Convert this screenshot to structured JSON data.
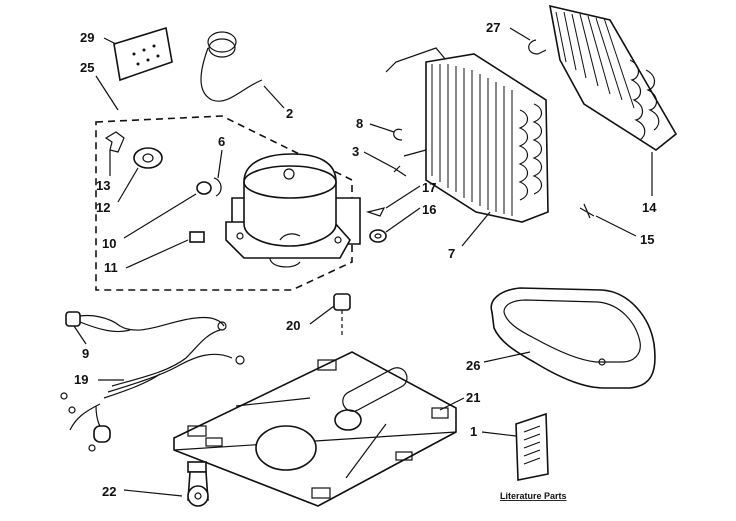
{
  "callouts": [
    {
      "id": "c29",
      "text": "29"
    },
    {
      "id": "c25",
      "text": "25"
    },
    {
      "id": "c2",
      "text": "2"
    },
    {
      "id": "c6",
      "text": "6"
    },
    {
      "id": "c13",
      "text": "13"
    },
    {
      "id": "c12",
      "text": "12"
    },
    {
      "id": "c10",
      "text": "10"
    },
    {
      "id": "c11",
      "text": "11"
    },
    {
      "id": "c8",
      "text": "8"
    },
    {
      "id": "c3",
      "text": "3"
    },
    {
      "id": "c17",
      "text": "17"
    },
    {
      "id": "c16",
      "text": "16"
    },
    {
      "id": "c7",
      "text": "7"
    },
    {
      "id": "c27",
      "text": "27"
    },
    {
      "id": "c14",
      "text": "14"
    },
    {
      "id": "c15",
      "text": "15"
    },
    {
      "id": "c20",
      "text": "20"
    },
    {
      "id": "c9",
      "text": "9"
    },
    {
      "id": "c19",
      "text": "19"
    },
    {
      "id": "c26",
      "text": "26"
    },
    {
      "id": "c21",
      "text": "21"
    },
    {
      "id": "c1",
      "text": "1"
    },
    {
      "id": "c22",
      "text": "22"
    }
  ],
  "literature_caption": "Literature Parts"
}
